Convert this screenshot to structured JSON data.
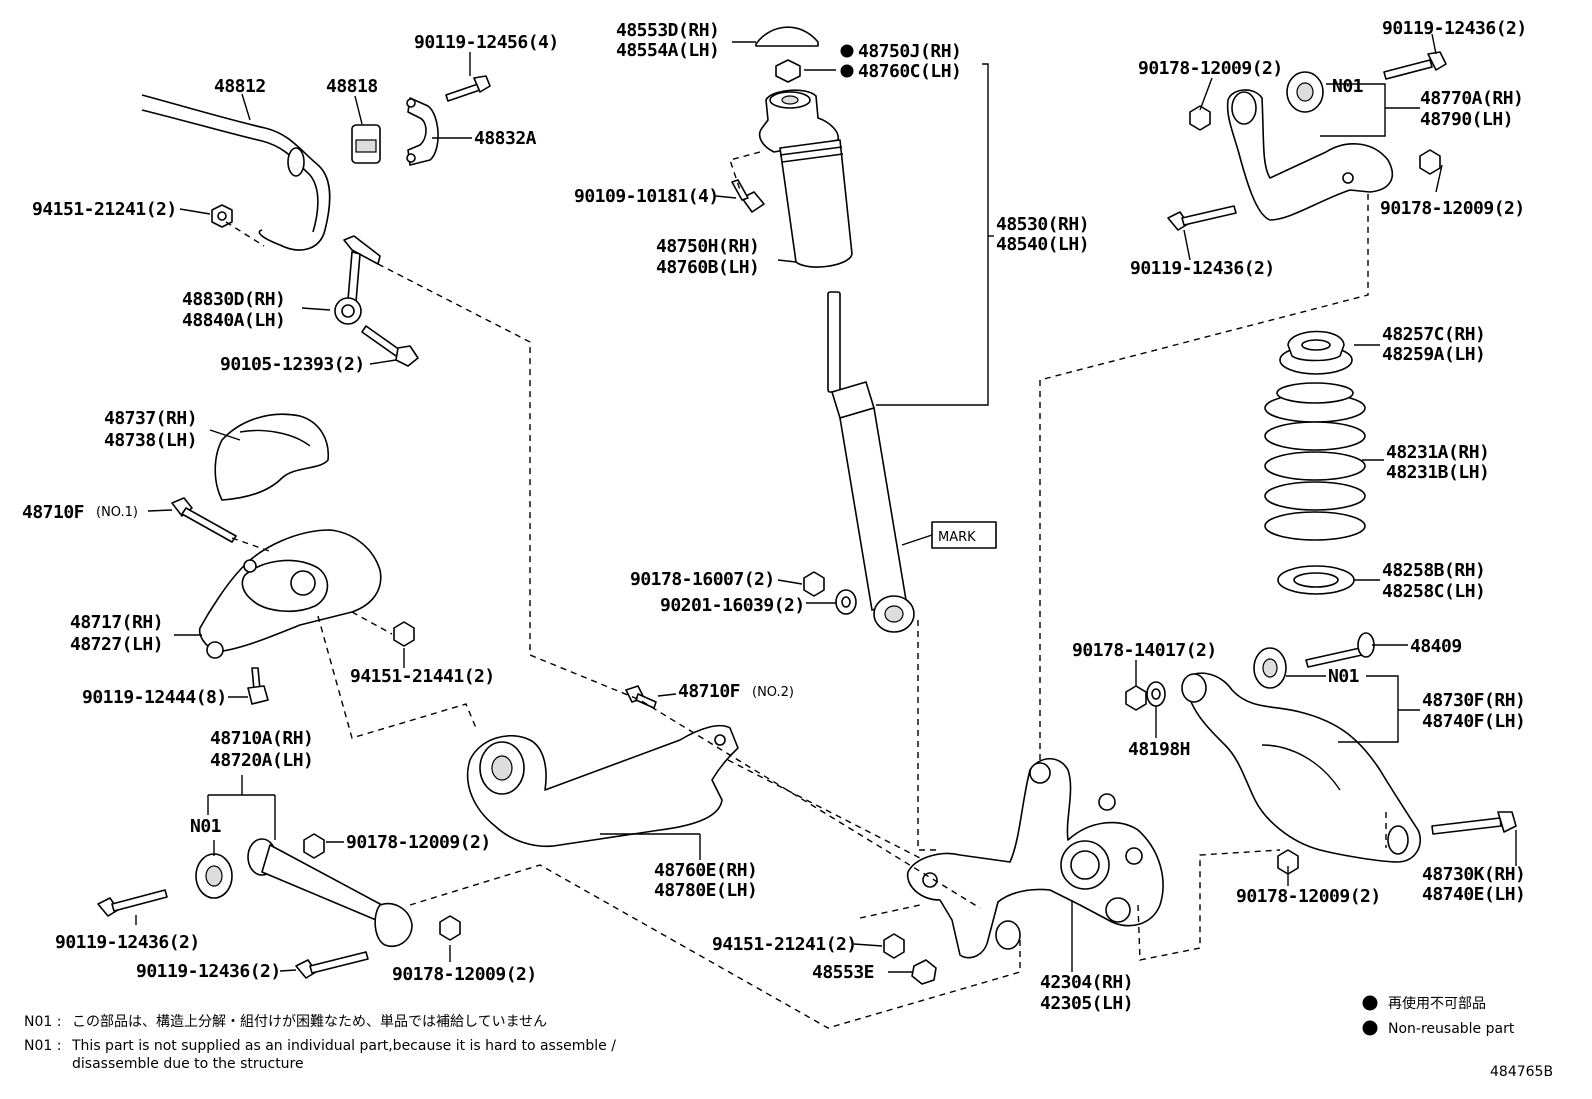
{
  "labels": {
    "p48812": "48812",
    "p48818": "48818",
    "p48832a": "48832A",
    "p90119_12456": "90119-12456(4)",
    "p94151_21241_a": "94151-21241(2)",
    "p48830d": "48830D(RH)",
    "p48840a": "48840A(LH)",
    "p90105_12393": "90105-12393(2)",
    "p48737": "48737(RH)",
    "p48738": "48738(LH)",
    "p48710f_no1": "48710F",
    "p48710f_no1_sfx": "(NO.1)",
    "p48717": "48717(RH)",
    "p48727": "48727(LH)",
    "p94151_21441": "94151-21441(2)",
    "p90119_12444": "90119-12444(8)",
    "p48710a": "48710A(RH)",
    "p48720a": "48720A(LH)",
    "n01_a": "N01",
    "p90178_12009_a": "90178-12009(2)",
    "p90119_12436_a": "90119-12436(2)",
    "p90119_12436_b": "90119-12436(2)",
    "p90178_12009_b": "90178-12009(2)",
    "p48553d": "48553D(RH)",
    "p48554a": "48554A(LH)",
    "p48750j": "48750J(RH)",
    "p48760c": "48760C(LH)",
    "p90109_10181": "90109-10181(4)",
    "p48750h": "48750H(RH)",
    "p48760b": "48760B(LH)",
    "p48530": "48530(RH)",
    "p48540": "48540(LH)",
    "mark": "MARK",
    "p90178_16007": "90178-16007(2)",
    "p90201_16039": "90201-16039(2)",
    "p48710f_no2": "48710F",
    "p48710f_no2_sfx": "(NO.2)",
    "p48760e": "48760E(RH)",
    "p48780e": "48780E(LH)",
    "p94151_21241_b": "94151-21241(2)",
    "p48553e": "48553E",
    "p42304": "42304(RH)",
    "p42305": "42305(LH)",
    "p90119_12436_c": "90119-12436(2)",
    "p90178_12009_c": "90178-12009(2)",
    "n01_b": "N01",
    "p48770a": "48770A(RH)",
    "p48790": "48790(LH)",
    "p90178_12009_d": "90178-12009(2)",
    "p90119_12436_d": "90119-12436(2)",
    "p48257c": "48257C(RH)",
    "p48259a": "48259A(LH)",
    "p48231a": "48231A(RH)",
    "p48231b": "48231B(LH)",
    "p48258b": "48258B(RH)",
    "p48258c": "48258C(LH)",
    "p90178_14017": "90178-14017(2)",
    "p48409": "48409",
    "n01_c": "N01",
    "p48730f": "48730F(RH)",
    "p48740f": "48740F(LH)",
    "p48198h": "48198H",
    "p48730k": "48730K(RH)",
    "p48740e": "48740E(LH)",
    "p90178_12009_e": "90178-12009(2)"
  },
  "notes": {
    "n01_jp_prefix": "N01 :",
    "n01_jp": "この部品は、構造上分解・組付けが困難なため、単品では補給していません",
    "n01_en_prefix": "N01 :",
    "n01_en_1": "This part is not supplied as an individual part,because it is hard to assemble /",
    "n01_en_2": "disassemble due to the structure"
  },
  "legend": {
    "jp": "再使用不可部品",
    "en": "Non-reusable part"
  },
  "diagram_id": "484765B"
}
